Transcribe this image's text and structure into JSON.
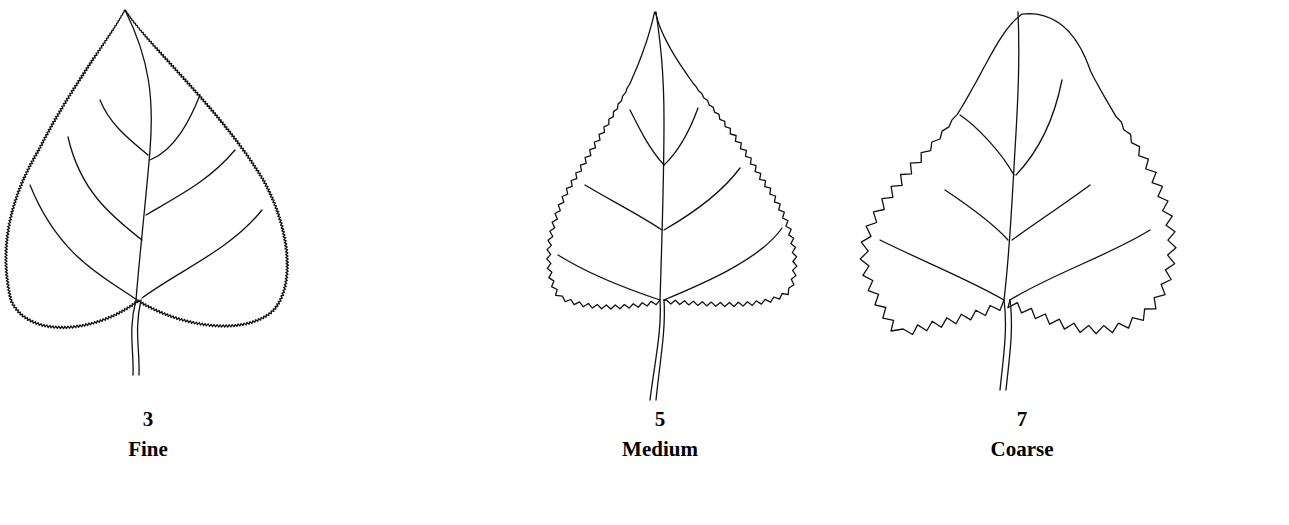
{
  "diagram": {
    "labels": [
      "3",
      "Fine",
      "5",
      "Medium",
      "7",
      "Coarse"
    ]
  }
}
